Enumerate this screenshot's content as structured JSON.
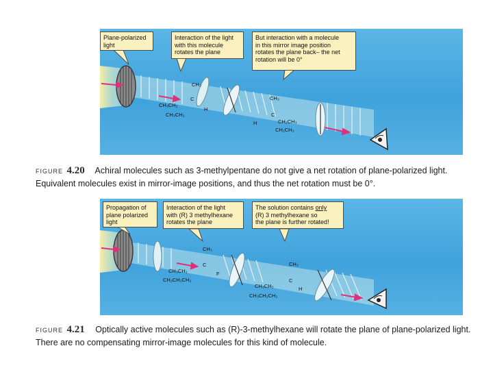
{
  "figure1": {
    "callouts": [
      "Plane-polarized\nlight",
      "Interaction of the light\nwith this molecule\nrotates the plane",
      "But interaction with a molecule\nin this mirror image position\nrotates the plane back– the net\nrotation will be 0°"
    ],
    "molecule_a": {
      "top": "CH₃",
      "left": "CH₃CH₂",
      "right": "H",
      "bottom": "CH₃CH₂",
      "center": "C"
    },
    "molecule_b": {
      "top": "CH₃",
      "left": "H",
      "right": "CH₂CH₃",
      "bottom": "CH₂CH₃",
      "center": "C"
    },
    "label": "FIGURE",
    "number": "4.20",
    "caption": "Achiral molecules such as 3-methylpentane do not give a net rotation of plane-polarized light. Equivalent molecules exist in mirror-image positions, and thus the net rotation must be 0°."
  },
  "figure2": {
    "callouts": [
      "Propagation of\nplane polarized\nlight",
      "Interaction of the light\nwith (R) 3 methylhexane\nrotates the plane",
      {
        "before": "The solution contains ",
        "underlined": "only",
        "after": "\n(R) 3 methylhexane   so\nthe plane is further rotated!"
      }
    ],
    "molecule_a": {
      "top": "CH₃",
      "left": "CH₃CH₂",
      "right": "F",
      "bottom": "CH₃CH₂CH₂",
      "center": "C"
    },
    "molecule_b": {
      "top": "CH₃",
      "left": "CH₃CH₂",
      "right": "H",
      "bottom": "CH₃CH₂CH₂",
      "center": "C"
    },
    "label": "FIGURE",
    "number": "4.21",
    "caption": "Optically active molecules such as (R)-3-methylhexane will rotate the plane of plane-polarized light. There are no compensating mirror-image molecules for this kind of molecule."
  },
  "colors": {
    "panel_blue": "#3fa2dc",
    "callout_fill": "#fbf1bf",
    "light_beam": "#f4e9a0",
    "arrow_pink": "#e0307a"
  }
}
